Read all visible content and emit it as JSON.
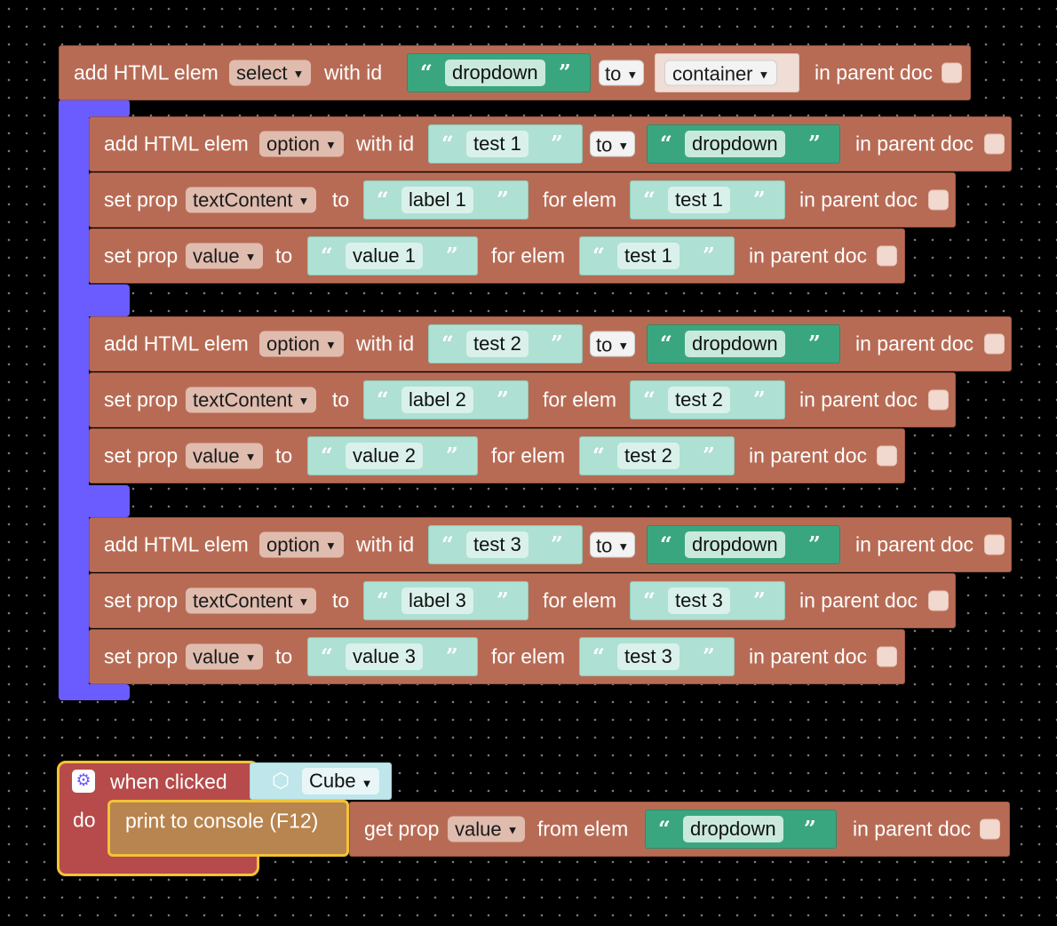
{
  "container_block": {
    "prefix": "add HTML elem",
    "tag": "select",
    "with_id": "with id",
    "id_value": "dropdown",
    "to": "to",
    "parent": "container",
    "suffix": "in parent doc"
  },
  "groups": [
    {
      "add": {
        "prefix": "add HTML elem",
        "tag": "option",
        "with_id": "with id",
        "id_value": "test 1",
        "to": "to",
        "parent": "dropdown",
        "suffix": "in parent doc"
      },
      "set_text": {
        "prefix": "set prop",
        "prop": "textContent",
        "to": "to",
        "value": "label 1",
        "for_elem": "for elem",
        "elem": "test 1",
        "suffix": "in parent doc"
      },
      "set_value": {
        "prefix": "set prop",
        "prop": "value",
        "to": "to",
        "value": "value 1",
        "for_elem": "for elem",
        "elem": "test 1",
        "suffix": "in parent doc"
      }
    },
    {
      "add": {
        "prefix": "add HTML elem",
        "tag": "option",
        "with_id": "with id",
        "id_value": "test 2",
        "to": "to",
        "parent": "dropdown",
        "suffix": "in parent doc"
      },
      "set_text": {
        "prefix": "set prop",
        "prop": "textContent",
        "to": "to",
        "value": "label 2",
        "for_elem": "for elem",
        "elem": "test 2",
        "suffix": "in parent doc"
      },
      "set_value": {
        "prefix": "set prop",
        "prop": "value",
        "to": "to",
        "value": "value 2",
        "for_elem": "for elem",
        "elem": "test 2",
        "suffix": "in parent doc"
      }
    },
    {
      "add": {
        "prefix": "add HTML elem",
        "tag": "option",
        "with_id": "with id",
        "id_value": "test 3",
        "to": "to",
        "parent": "dropdown",
        "suffix": "in parent doc"
      },
      "set_text": {
        "prefix": "set prop",
        "prop": "textContent",
        "to": "to",
        "value": "label 3",
        "for_elem": "for elem",
        "elem": "test 3",
        "suffix": "in parent doc"
      },
      "set_value": {
        "prefix": "set prop",
        "prop": "value",
        "to": "to",
        "value": "value 3",
        "for_elem": "for elem",
        "elem": "test 3",
        "suffix": "in parent doc"
      }
    }
  ],
  "event": {
    "when_clicked": "when clicked",
    "object": "Cube",
    "do": "do",
    "print": "print to console (F12)",
    "get_prop": "get prop",
    "prop": "value",
    "from_elem": "from elem",
    "elem": "dropdown",
    "suffix": "in parent doc"
  },
  "colors": {
    "block": "#b86b54",
    "statement": "#6a5cff",
    "text_string": "#aee0d3",
    "id_string": "#3aa67f",
    "event": "#b74a4a",
    "event_outline": "#f2c337",
    "print": "#b8844f"
  }
}
